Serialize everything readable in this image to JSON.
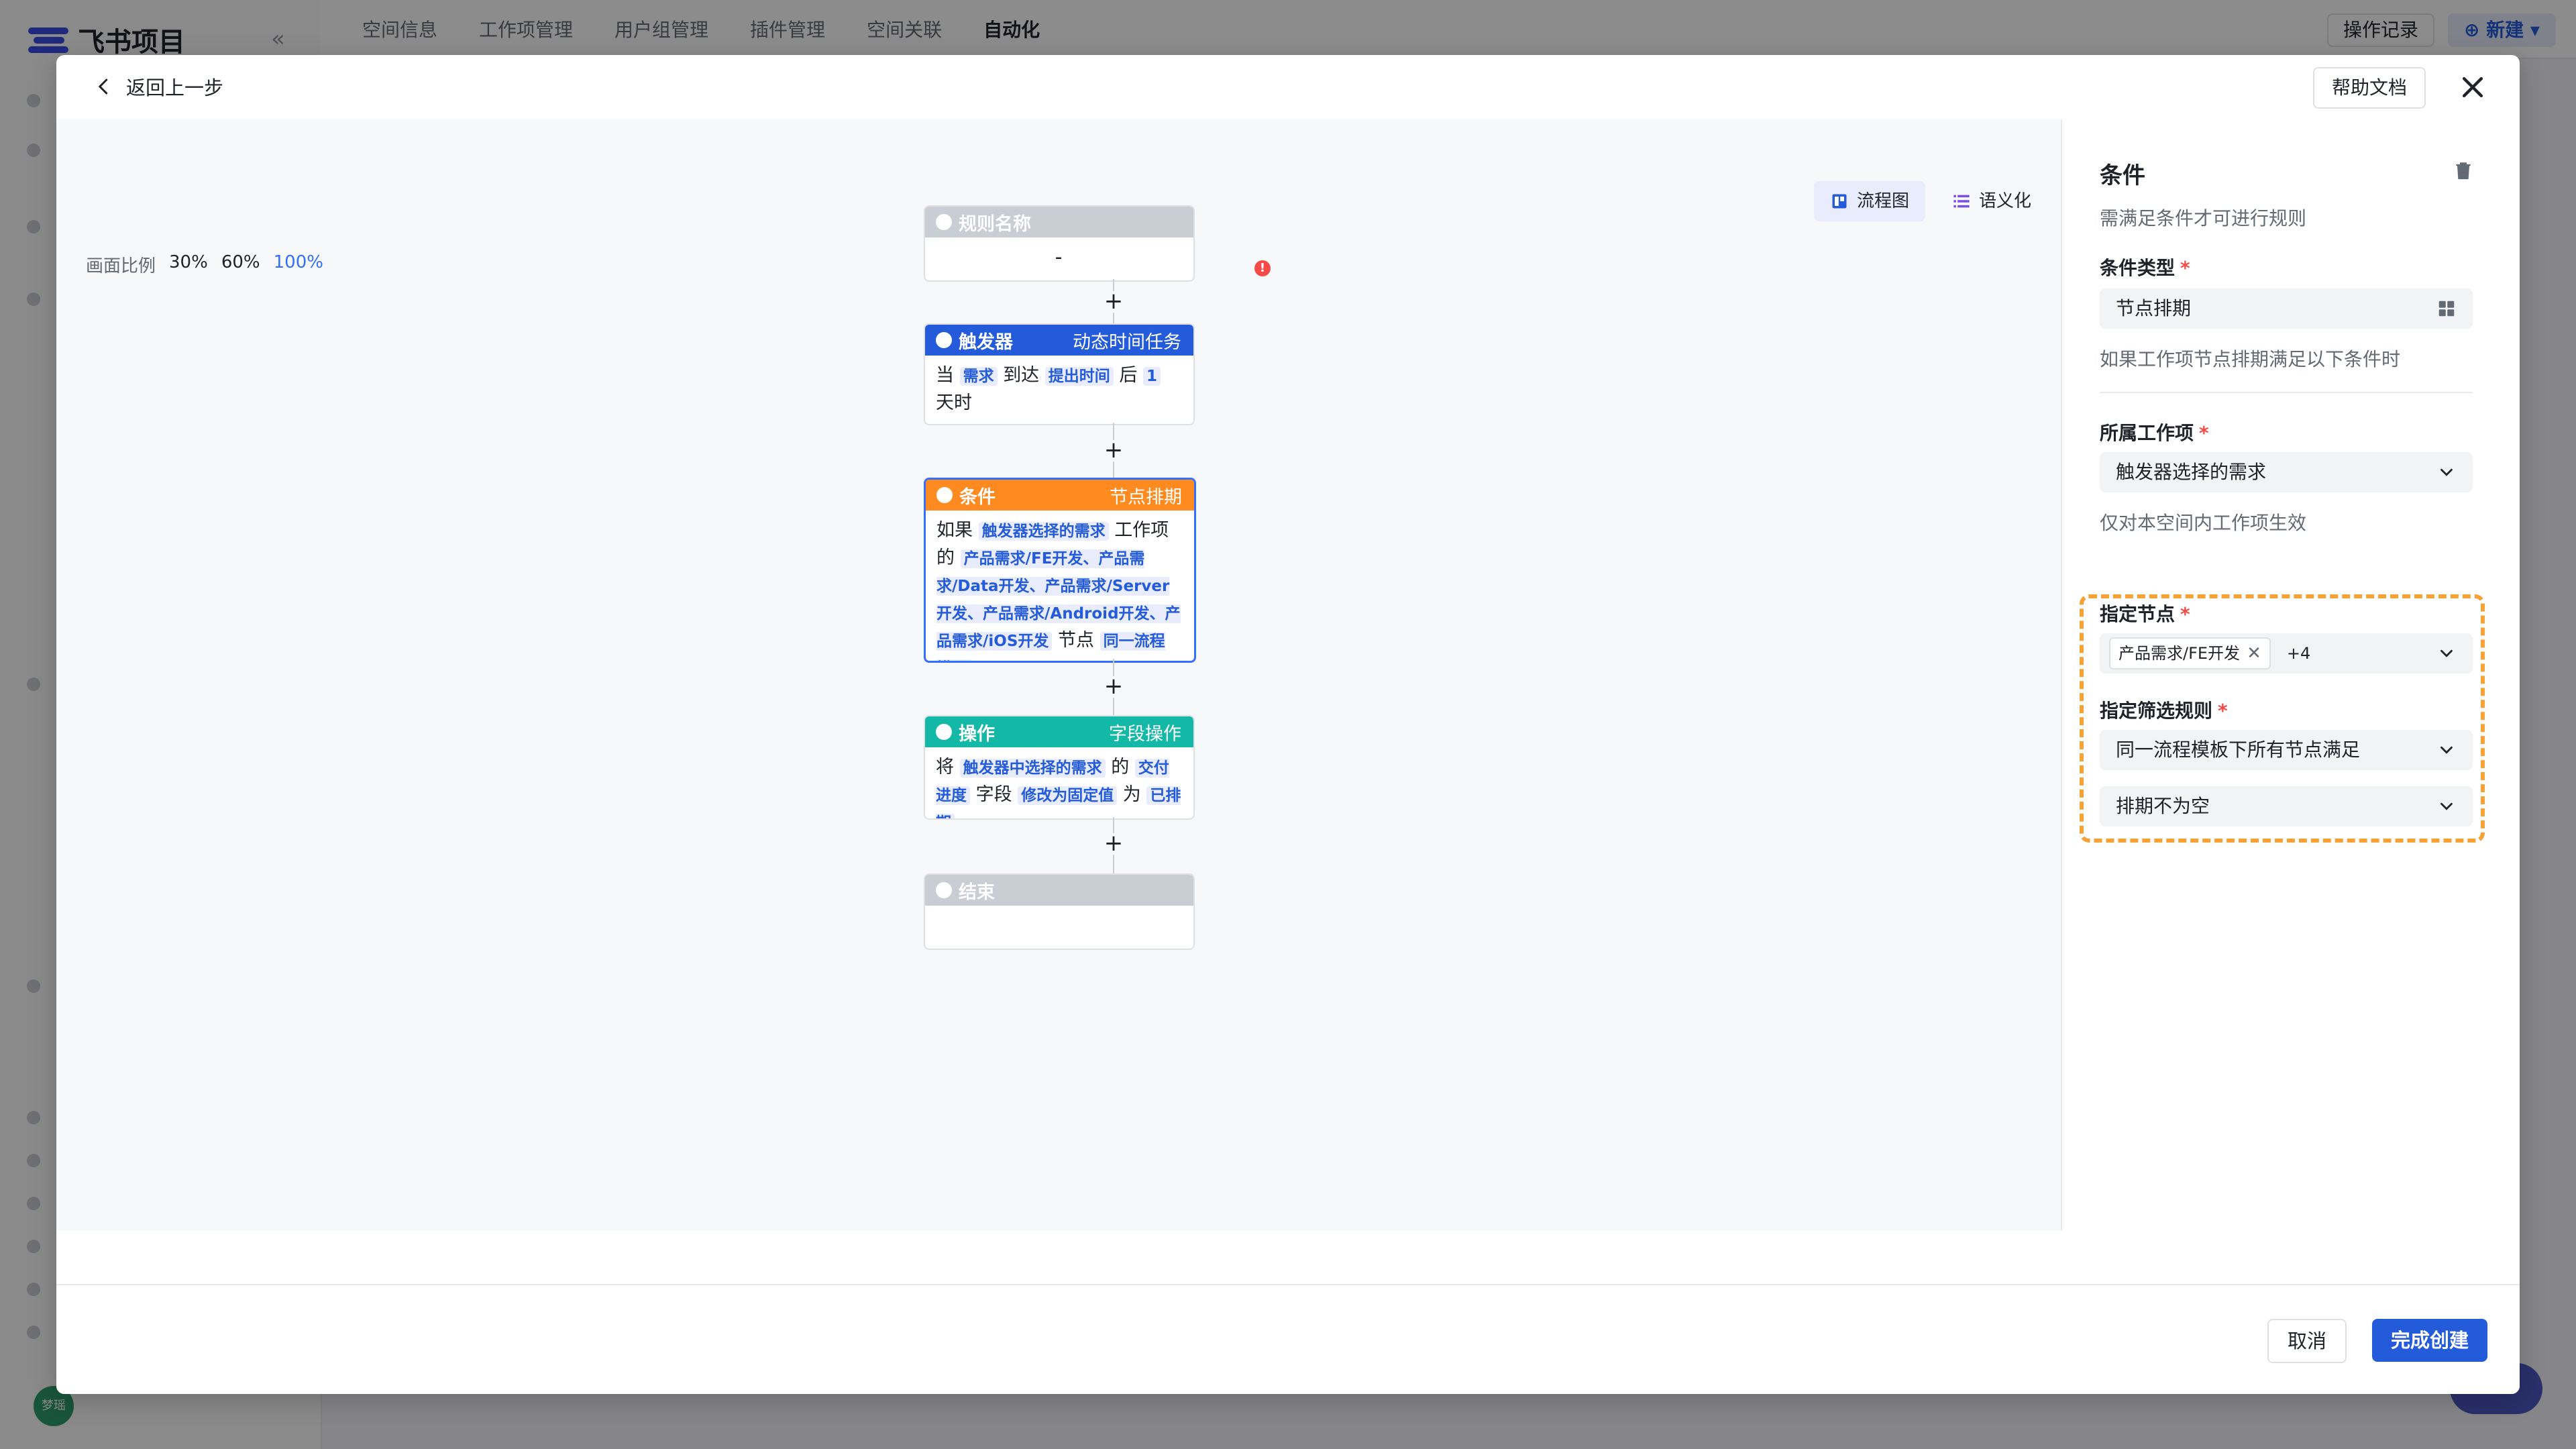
{
  "background": {
    "app_title": "飞书项目",
    "collapse_glyph": "«",
    "nav_tabs": [
      "空间信息",
      "工作项管理",
      "用户组管理",
      "插件管理",
      "空间关联",
      "自动化"
    ],
    "active_tab": "自动化",
    "ops_log": "操作记录",
    "new_label": "新建",
    "avatar_text": "梦瑶"
  },
  "header": {
    "back_label": "返回上一步",
    "help_doc": "帮助文档"
  },
  "canvas": {
    "view_flow": "流程图",
    "view_semantic": "语义化",
    "zoom_label": "画面比例",
    "zoom_options": [
      "30%",
      "60%",
      "100%"
    ],
    "zoom_active": "100%"
  },
  "flow": {
    "name_node": {
      "title": "规则名称",
      "value": "-"
    },
    "trigger": {
      "title": "触发器",
      "type": "动态时间任务",
      "t1": "当",
      "c1": "需求",
      "t2": "到达",
      "c2": "提出时间",
      "t3": "后",
      "c3": "1",
      "t4": "天时"
    },
    "condition": {
      "title": "条件",
      "type": "节点排期",
      "t1": "如果",
      "c1": "触发器选择的需求",
      "t2": "工作项的",
      "c2": "产品需求/FE开发、产品需求/Data开发、产品需求/Server开发、产品需求/Android开发、产品需求/iOS开发",
      "t3": "节点",
      "c3": "同一流程模..."
    },
    "operation": {
      "title": "操作",
      "type": "字段操作",
      "t1": "将",
      "c1": "触发器中选择的需求",
      "t2": "的",
      "c2": "交付进度",
      "t3": "字段",
      "c3": "修改为固定值",
      "t4": "为",
      "c4": "已排期"
    },
    "end": {
      "title": "结束"
    },
    "error_badge": "!"
  },
  "panel": {
    "title": "条件",
    "desc": "需满足条件才可进行规则",
    "cond_type_label": "条件类型",
    "cond_type_value": "节点排期",
    "cond_type_hint": "如果工作项节点排期满足以下条件时",
    "work_item_label": "所属工作项",
    "work_item_value": "触发器选择的需求",
    "work_item_hint": "仅对本空间内工作项生效",
    "node_label": "指定节点",
    "node_tag": "产品需求/FE开发",
    "node_more": "+4",
    "rule_label": "指定筛选规则",
    "rule_value": "同一流程模板下所有节点满足",
    "rule_cond_value": "排期不为空",
    "required_mark": "*"
  },
  "footer": {
    "cancel": "取消",
    "finish": "完成创建"
  },
  "colors": {
    "primary": "#245bdb",
    "trigger": "#245bdb",
    "condition": "#ff8a1f",
    "operation": "#14b8a6",
    "highlight": "#f7a234",
    "error": "#f54a45"
  }
}
